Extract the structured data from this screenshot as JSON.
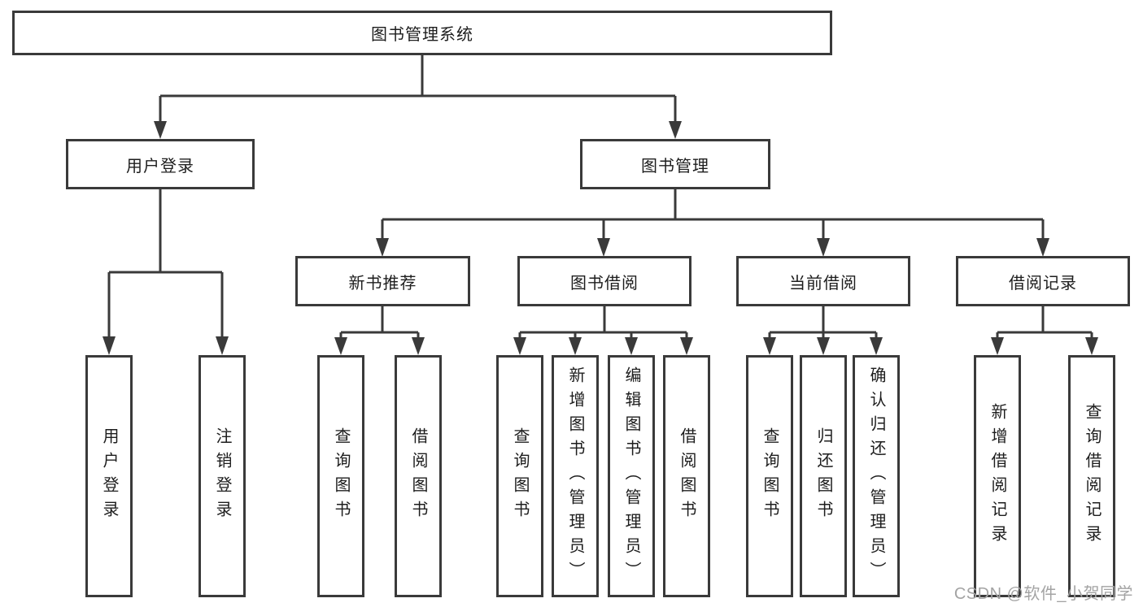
{
  "tree": {
    "root": {
      "label": "图书管理系统"
    },
    "level2": [
      {
        "label": "用户登录"
      },
      {
        "label": "图书管理"
      }
    ],
    "level3": [
      {
        "label": "新书推荐"
      },
      {
        "label": "图书借阅"
      },
      {
        "label": "当前借阅"
      },
      {
        "label": "借阅记录"
      }
    ],
    "leaves": {
      "user_login": [
        "用户登录",
        "注销登录"
      ],
      "new_book_rec": [
        "查询图书",
        "借阅图书"
      ],
      "book_borrow": [
        "查询图书",
        "新增图书（管理员）",
        "编辑图书（管理员）",
        "借阅图书"
      ],
      "current_borrow": [
        "查询图书",
        "归还图书",
        "确认归还（管理员）"
      ],
      "borrow_records": [
        "新增借阅记录",
        "查询借阅记录"
      ]
    }
  },
  "watermark": "CSDN @软件_小贺同学",
  "colors": {
    "line": "#3a3a3a",
    "box_border": "#3a3a3a",
    "box_fill": "#ffffff",
    "text": "#1d1d1d",
    "watermark": "#a3a3a3",
    "background": "#ffffff"
  }
}
